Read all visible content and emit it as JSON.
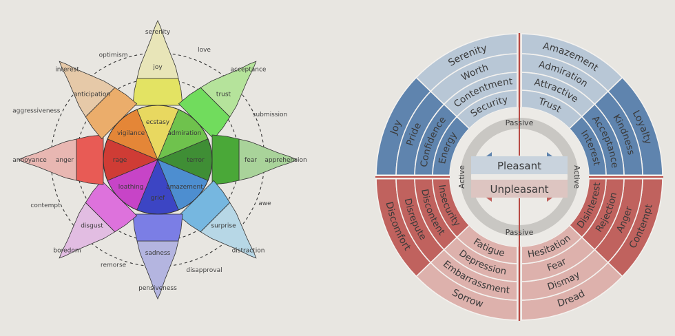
{
  "colors": {
    "background": "#e8e6e1",
    "pleasant_outer": "#5f84ae",
    "pleasant_light": "#b8c7d6",
    "unpleasant_outer": "#c0625e",
    "unpleasant_light": "#ddb1ac",
    "divider": "#b84a44"
  },
  "plutchik": {
    "petals": [
      {
        "name": "joy-petal",
        "labels": [
          "serenity",
          "joy",
          "ecstasy"
        ],
        "colors": [
          "#e8e5b8",
          "#e3e363",
          "#e8d860"
        ]
      },
      {
        "name": "trust-petal",
        "labels": [
          "acceptance",
          "trust",
          "admiration"
        ],
        "colors": [
          "#b5e39b",
          "#71dc5d",
          "#6fc24d"
        ]
      },
      {
        "name": "fear-petal",
        "labels": [
          "apprehension",
          "fear",
          "terror"
        ],
        "colors": [
          "#a9d39a",
          "#4aa838",
          "#3f8e35"
        ]
      },
      {
        "name": "surprise-petal",
        "labels": [
          "distraction",
          "surprise",
          "amazement"
        ],
        "colors": [
          "#b7d7e6",
          "#76b7e0",
          "#4d8ed0"
        ]
      },
      {
        "name": "sadness-petal",
        "labels": [
          "pensiveness",
          "sadness",
          "grief"
        ],
        "colors": [
          "#b4b5e0",
          "#7b7ee5",
          "#3c45c4"
        ]
      },
      {
        "name": "disgust-petal",
        "labels": [
          "boredom",
          "disgust",
          "loathing"
        ],
        "colors": [
          "#e2bde2",
          "#dd72dc",
          "#c744c7"
        ]
      },
      {
        "name": "anger-petal",
        "labels": [
          "annoyance",
          "anger",
          "rage"
        ],
        "colors": [
          "#e8b7b2",
          "#e85b55",
          "#cf3c35"
        ]
      },
      {
        "name": "anticipation-petal",
        "labels": [
          "interest",
          "anticipation",
          "vigilance"
        ],
        "colors": [
          "#e6c9a8",
          "#ebad6b",
          "#e48637"
        ]
      }
    ],
    "dyads": [
      "love",
      "submission",
      "awe",
      "disapproval",
      "remorse",
      "contempt",
      "aggressiveness",
      "optimism"
    ]
  },
  "mood_wheel": {
    "pleasant_label": "Pleasant",
    "unpleasant_label": "Unpleasant",
    "passive_label": "Passive",
    "active_label": "Active",
    "quadrants": {
      "pleasant_passive": [
        [
          "Serenity",
          "Worth",
          "Contentment",
          "Security"
        ]
      ],
      "pleasant_active_left": [
        "Joy",
        "Pride",
        "Confidence",
        "Energy"
      ],
      "pleasant_passive_right": [
        "Amazement",
        "Admiration",
        "Attractive",
        "Trust"
      ],
      "pleasant_active_right": [
        "Loyalty",
        "Kindness",
        "Acceptance",
        "Interest"
      ],
      "unpleasant_active_left": [
        "Discomfort",
        "Disrepute",
        "Discontent",
        "Insecurity"
      ],
      "unpleasant_passive_left": [
        "Sorrow",
        "Embarrassment",
        "Depression",
        "Fatigue"
      ],
      "unpleasant_passive_right": [
        "Dread",
        "Dismay",
        "Fear",
        "Hesitation"
      ],
      "unpleasant_active_right": [
        "Contempt",
        "Anger",
        "Rejection",
        "Disinterest"
      ]
    }
  }
}
